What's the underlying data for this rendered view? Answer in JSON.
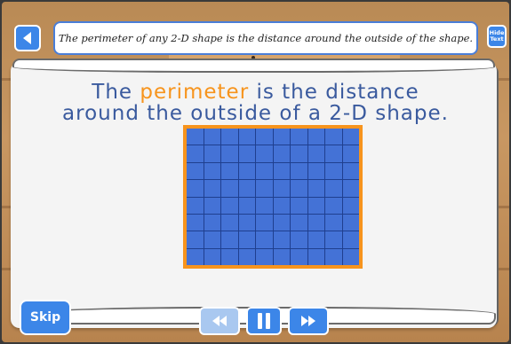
{
  "caption": {
    "text": "The perimeter of any 2-D shape is the distance around the outside of the shape."
  },
  "heading": {
    "line1_pre": "The ",
    "line1_highlight": "perimeter",
    "line1_post": " is the distance",
    "line2": "around the outside of a 2-D shape."
  },
  "buttons": {
    "hide_text": "Hide Text",
    "skip": "Skip"
  },
  "grid": {
    "columns": 10,
    "rows": 8
  },
  "icons": {
    "back": "back-arrow-icon",
    "rewind": "rewind-icon",
    "pause": "pause-icon",
    "fast_forward": "fast-forward-icon"
  },
  "colors": {
    "accent_blue": "#3c86e8",
    "highlight_orange": "#f7941d",
    "heading_blue": "#3a5a9e",
    "grid_fill": "#4472d6"
  }
}
